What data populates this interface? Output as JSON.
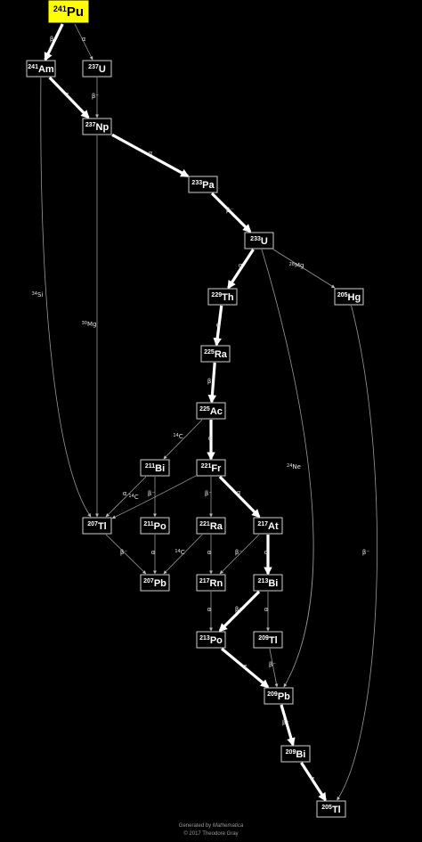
{
  "nodes": [
    {
      "id": "Pu241",
      "mass": "241",
      "symbol": "Pu",
      "root": true
    },
    {
      "id": "Am241",
      "mass": "241",
      "symbol": "Am"
    },
    {
      "id": "U237",
      "mass": "237",
      "symbol": "U"
    },
    {
      "id": "Np237",
      "mass": "237",
      "symbol": "Np"
    },
    {
      "id": "Pa233",
      "mass": "233",
      "symbol": "Pa"
    },
    {
      "id": "U233",
      "mass": "233",
      "symbol": "U"
    },
    {
      "id": "Th229",
      "mass": "229",
      "symbol": "Th"
    },
    {
      "id": "Hg205",
      "mass": "205",
      "symbol": "Hg"
    },
    {
      "id": "Ra225",
      "mass": "225",
      "symbol": "Ra"
    },
    {
      "id": "Ac225",
      "mass": "225",
      "symbol": "Ac"
    },
    {
      "id": "Bi211",
      "mass": "211",
      "symbol": "Bi"
    },
    {
      "id": "Fr221",
      "mass": "221",
      "symbol": "Fr"
    },
    {
      "id": "Tl207",
      "mass": "207",
      "symbol": "Tl"
    },
    {
      "id": "Po211",
      "mass": "211",
      "symbol": "Po"
    },
    {
      "id": "Ra221",
      "mass": "221",
      "symbol": "Ra"
    },
    {
      "id": "At217",
      "mass": "217",
      "symbol": "At"
    },
    {
      "id": "Pb207",
      "mass": "207",
      "symbol": "Pb"
    },
    {
      "id": "Rn217",
      "mass": "217",
      "symbol": "Rn"
    },
    {
      "id": "Bi213",
      "mass": "213",
      "symbol": "Bi"
    },
    {
      "id": "Po213",
      "mass": "213",
      "symbol": "Po"
    },
    {
      "id": "Tl209",
      "mass": "209",
      "symbol": "Tl"
    },
    {
      "id": "Pb209",
      "mass": "209",
      "symbol": "Pb"
    },
    {
      "id": "Bi209",
      "mass": "209",
      "symbol": "Bi"
    },
    {
      "id": "Tl205",
      "mass": "205",
      "symbol": "Tl"
    }
  ],
  "edges": [
    {
      "from": "Pu241",
      "to": "Am241",
      "label": "β⁻",
      "major": true
    },
    {
      "from": "Pu241",
      "to": "U237",
      "label": "α"
    },
    {
      "from": "Am241",
      "to": "Np237",
      "label": "α",
      "major": true
    },
    {
      "from": "Am241",
      "to": "Tl207",
      "label": "Si",
      "label_mass": "34"
    },
    {
      "from": "U237",
      "to": "Np237",
      "label": "β⁻"
    },
    {
      "from": "Np237",
      "to": "Pa233",
      "label": "α",
      "major": true
    },
    {
      "from": "Np237",
      "to": "Tl207",
      "label": "Mg",
      "label_mass": "30"
    },
    {
      "from": "Pa233",
      "to": "U233",
      "label": "β⁻",
      "major": true
    },
    {
      "from": "U233",
      "to": "Th229",
      "label": "α",
      "major": true
    },
    {
      "from": "U233",
      "to": "Hg205",
      "label": "Mg",
      "label_mass": "28"
    },
    {
      "from": "U233",
      "to": "Pb209",
      "label": "Ne",
      "label_mass": "24"
    },
    {
      "from": "Th229",
      "to": "Ra225",
      "label": "α",
      "major": true
    },
    {
      "from": "Hg205",
      "to": "Tl205",
      "label": "β⁻"
    },
    {
      "from": "Ra225",
      "to": "Ac225",
      "label": "β⁻",
      "major": true
    },
    {
      "from": "Ac225",
      "to": "Bi211",
      "label": "C",
      "label_mass": "14"
    },
    {
      "from": "Ac225",
      "to": "Fr221",
      "label": "α",
      "major": true
    },
    {
      "from": "Bi211",
      "to": "Tl207",
      "label": "α"
    },
    {
      "from": "Bi211",
      "to": "Po211",
      "label": "β⁻"
    },
    {
      "from": "Fr221",
      "to": "Tl207",
      "label": "C",
      "label_mass": "14"
    },
    {
      "from": "Fr221",
      "to": "Ra221",
      "label": "β⁻"
    },
    {
      "from": "Fr221",
      "to": "At217",
      "label": "α",
      "major": true
    },
    {
      "from": "Tl207",
      "to": "Pb207",
      "label": "β⁻"
    },
    {
      "from": "Po211",
      "to": "Pb207",
      "label": "α"
    },
    {
      "from": "Ra221",
      "to": "Pb207",
      "label": "C",
      "label_mass": "14"
    },
    {
      "from": "Ra221",
      "to": "Rn217",
      "label": "α"
    },
    {
      "from": "At217",
      "to": "Rn217",
      "label": "β⁻"
    },
    {
      "from": "At217",
      "to": "Bi213",
      "label": "α",
      "major": true
    },
    {
      "from": "Rn217",
      "to": "Po213",
      "label": "α"
    },
    {
      "from": "Bi213",
      "to": "Po213",
      "label": "β⁻",
      "major": true
    },
    {
      "from": "Bi213",
      "to": "Tl209",
      "label": "α"
    },
    {
      "from": "Po213",
      "to": "Pb209",
      "label": "α",
      "major": true
    },
    {
      "from": "Tl209",
      "to": "Pb209",
      "label": "β⁻"
    },
    {
      "from": "Pb209",
      "to": "Bi209",
      "label": "β⁻",
      "major": true
    },
    {
      "from": "Bi209",
      "to": "Tl205",
      "label": "α",
      "major": true
    }
  ],
  "footer": {
    "generated_prefix": "Generated by",
    "generated_app": "Mathematica",
    "copyright": "© 2017 Theodore Gray"
  }
}
